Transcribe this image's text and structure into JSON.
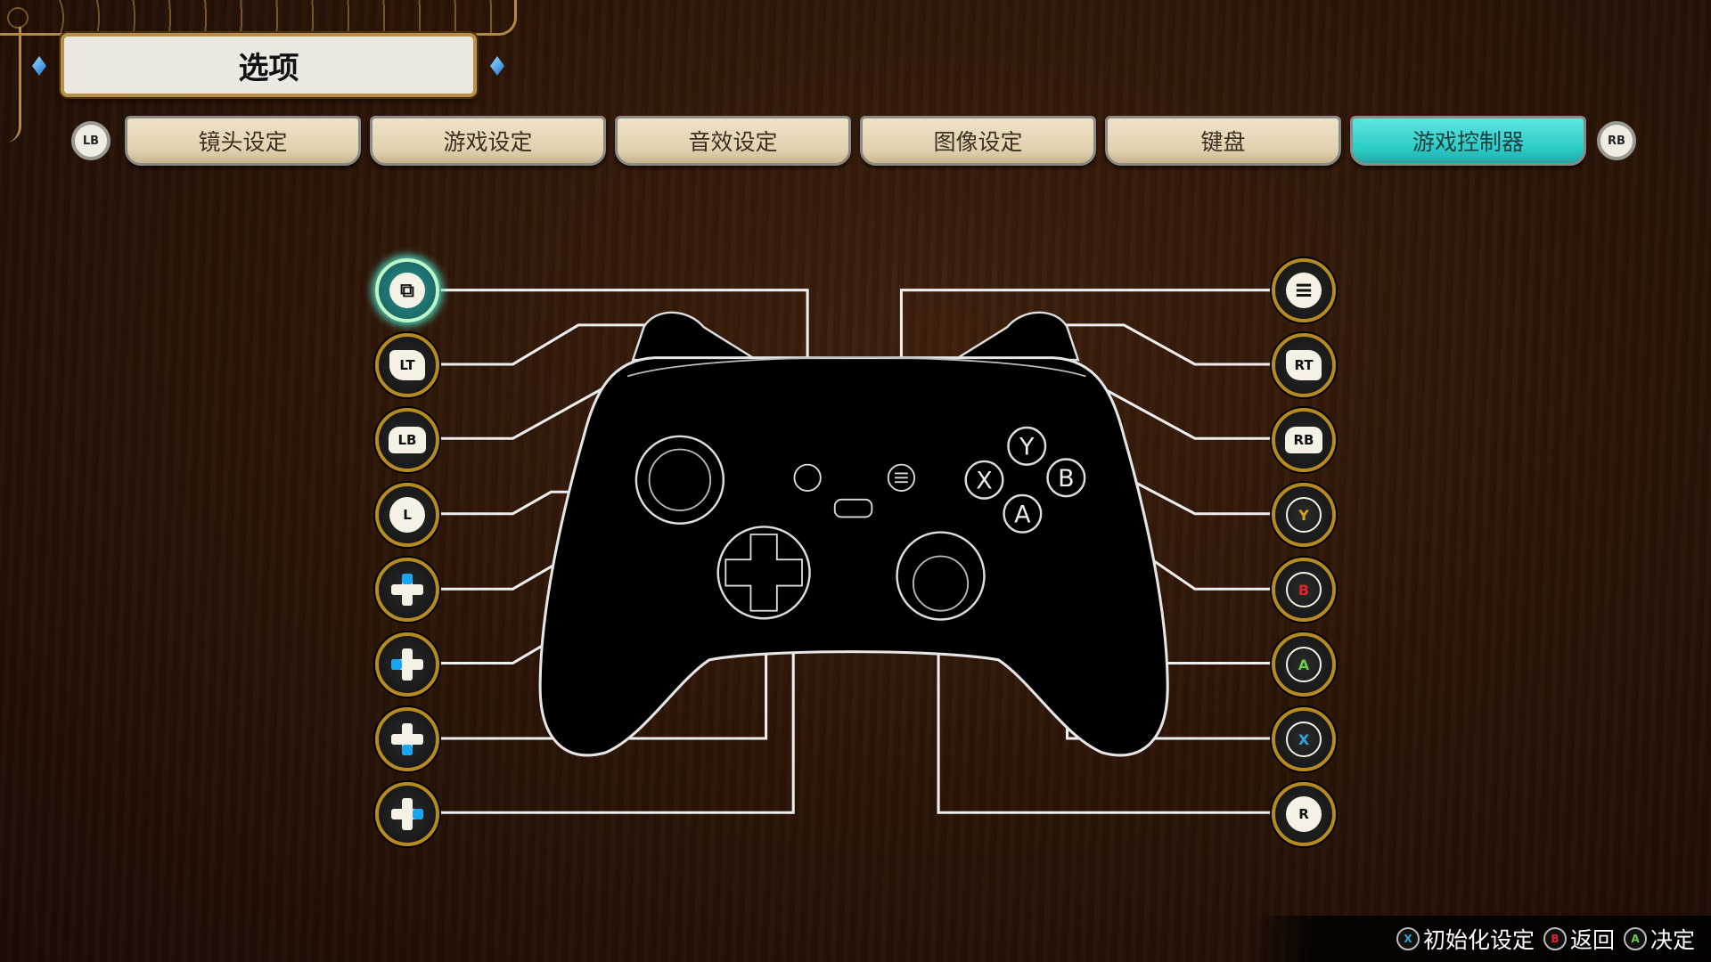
{
  "header": {
    "title": "选项",
    "prev_tab_key": "LB",
    "next_tab_key": "RB"
  },
  "tabs": [
    {
      "label": "镜头设定",
      "active": false
    },
    {
      "label": "游戏设定",
      "active": false
    },
    {
      "label": "音效设定",
      "active": false
    },
    {
      "label": "图像设定",
      "active": false
    },
    {
      "label": "键盘",
      "active": false
    },
    {
      "label": "游戏控制器",
      "active": true
    }
  ],
  "left_buttons": [
    {
      "id": "view",
      "icon": "view-button-icon",
      "type": "round",
      "text": "⧉",
      "selected": true
    },
    {
      "id": "lt",
      "icon": "left-trigger-icon",
      "type": "trig",
      "text": "LT"
    },
    {
      "id": "lb",
      "icon": "left-bumper-icon",
      "type": "bump",
      "text": "LB"
    },
    {
      "id": "ls",
      "icon": "left-stick-icon",
      "type": "round",
      "text": "L"
    },
    {
      "id": "dpad-up",
      "icon": "dpad-up-icon",
      "type": "dpad",
      "dir": "up"
    },
    {
      "id": "dpad-left",
      "icon": "dpad-left-icon",
      "type": "dpad",
      "dir": "left"
    },
    {
      "id": "dpad-down",
      "icon": "dpad-down-icon",
      "type": "dpad",
      "dir": "down"
    },
    {
      "id": "dpad-right",
      "icon": "dpad-right-icon",
      "type": "dpad",
      "dir": "right"
    }
  ],
  "right_buttons": [
    {
      "id": "menu",
      "icon": "menu-button-icon",
      "type": "round",
      "text": "≡"
    },
    {
      "id": "rt",
      "icon": "right-trigger-icon",
      "type": "trig",
      "text": "RT"
    },
    {
      "id": "rb",
      "icon": "right-bumper-icon",
      "type": "bump",
      "text": "RB"
    },
    {
      "id": "y",
      "icon": "y-button-icon",
      "type": "ring",
      "text": "Y",
      "color": "#d9a21e"
    },
    {
      "id": "b",
      "icon": "b-button-icon",
      "type": "ring",
      "text": "B",
      "color": "#d8262a"
    },
    {
      "id": "a",
      "icon": "a-button-icon",
      "type": "ring",
      "text": "A",
      "color": "#6ccb4a"
    },
    {
      "id": "x",
      "icon": "x-button-icon",
      "type": "ring",
      "text": "X",
      "color": "#2fa8d8"
    },
    {
      "id": "rs",
      "icon": "right-stick-icon",
      "type": "round",
      "text": "R"
    }
  ],
  "controller_labels": {
    "y": "Y",
    "b": "B",
    "a": "A",
    "x": "X"
  },
  "footer": [
    {
      "key": "X",
      "label": "初始化设定",
      "color": "#2fa8d8"
    },
    {
      "key": "B",
      "label": "返回",
      "color": "#d8262a"
    },
    {
      "key": "A",
      "label": "决定",
      "color": "#6ccb4a"
    }
  ],
  "colors": {
    "accent": "#2bcac6",
    "dpad_highlight": "#19a6f0",
    "ring": "#b68a1e"
  }
}
